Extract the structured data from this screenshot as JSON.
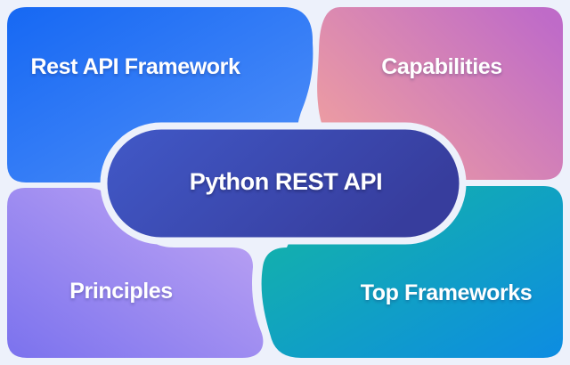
{
  "background_color": "#edf1fb",
  "diagram": {
    "title_hint": "Python REST API concept map",
    "center": {
      "label": "Python REST API",
      "color_start": "#4159c8",
      "color_end": "#373d9d",
      "border_color": "#edf1fb"
    },
    "nodes": [
      {
        "label": "Rest API Framework",
        "position": "top-left",
        "color_start": "#1668f3",
        "color_end": "#5190f9"
      },
      {
        "label": "Capabilities",
        "position": "top-right",
        "color_start": "#f0a09f",
        "color_end": "#bf6bc8"
      },
      {
        "label": "Principles",
        "position": "bottom-left",
        "color_start": "#7b72ee",
        "color_end": "#c3a8f4"
      },
      {
        "label": "Top Frameworks",
        "position": "bottom-right",
        "color_start": "#14b7a2",
        "color_end": "#0d8ce2"
      }
    ]
  }
}
